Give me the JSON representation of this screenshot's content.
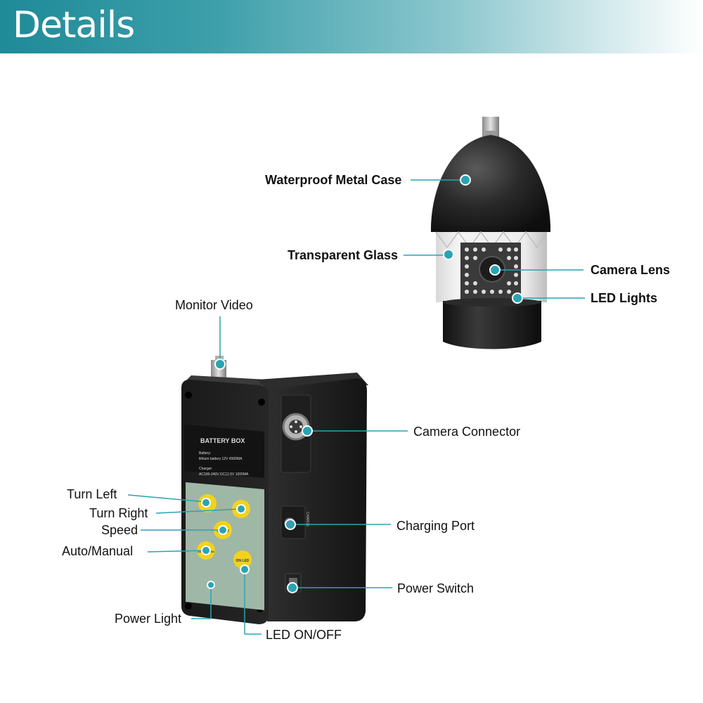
{
  "header": {
    "title": "Details"
  },
  "camera_labels": {
    "metal_case": "Waterproof Metal Case",
    "glass": "Transparent Glass",
    "lens": "Camera Lens",
    "led": "LED Lights"
  },
  "box_labels": {
    "monitor_video": "Monitor Video",
    "camera_connector": "Camera Connector",
    "charging_port": "Charging Port",
    "power_switch": "Power Switch",
    "turn_left": "Turn Left",
    "turn_right": "Turn Right",
    "speed": "Speed",
    "auto_manual": "Auto/Manual",
    "power_light": "Power Light",
    "led_onoff": "LED ON/OFF"
  },
  "panel": {
    "title": "BATTERY BOX",
    "line1": "Battery:",
    "line2": "lithium battery 12V 4500MA",
    "line3": "Charger:",
    "line4": "AC100-240V DC12.6V 1000MA",
    "charge_text": "CHARGE",
    "btn_left": "L",
    "btn_right": "R",
    "btn_speed": "SPEED",
    "btn_auto": "AUTO MANU",
    "btn_led": "ON LED"
  },
  "colors": {
    "accent": "#2aa3b3",
    "header": "#1f8a98",
    "button": "#f2d21b",
    "panel": "#9fb7a6"
  }
}
